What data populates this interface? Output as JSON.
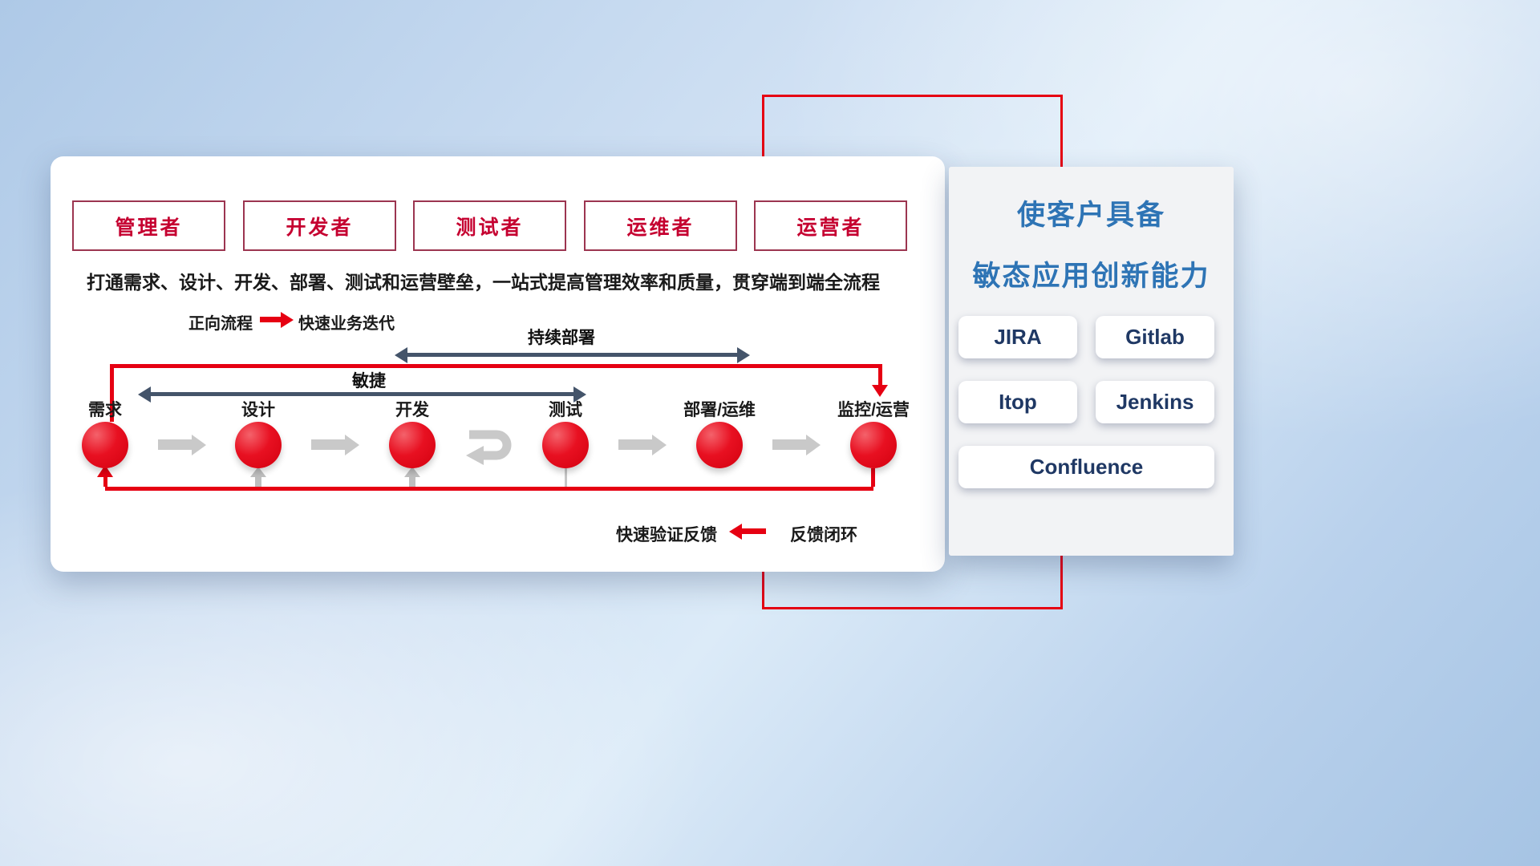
{
  "colors": {
    "accent_red": "#e60012",
    "slate_arrow": "#44546a",
    "gray_arrow": "#c9c9c9",
    "role_text_red": "#c50030",
    "side_title_blue": "#2e74b5",
    "tool_text_navy": "#1f3864"
  },
  "roles": [
    "管理者",
    "开发者",
    "测试者",
    "运维者",
    "运营者"
  ],
  "description": "打通需求、设计、开发、部署、测试和运营壁垒，一站式提高管理效率和质量，贯穿端到端全流程",
  "legend_forward": {
    "label": "正向流程",
    "desc": "快速业务迭代"
  },
  "spans": {
    "continuous_deploy": "持续部署",
    "agile": "敏捷"
  },
  "stages": [
    "需求",
    "设计",
    "开发",
    "测试",
    "部署/运维",
    "监控/运营"
  ],
  "legend_feedback": {
    "desc": "快速验证反馈",
    "label": "反馈闭环"
  },
  "side_panel": {
    "title_line1": "使客户具备",
    "title_line2": "敏态应用创新能力",
    "tools": [
      "JIRA",
      "Gitlab",
      "Itop",
      "Jenkins",
      "Confluence"
    ]
  }
}
